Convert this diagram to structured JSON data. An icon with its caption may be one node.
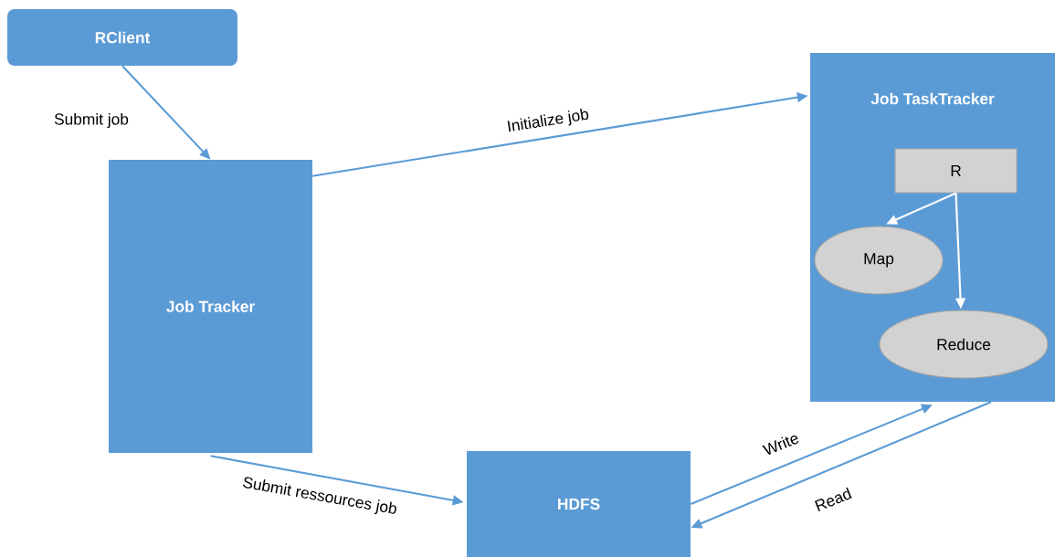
{
  "diagram": {
    "nodes": [
      {
        "text": [
          "RClient"
        ]
      },
      {
        "text": [
          "Job Tracker"
        ]
      },
      {
        "text": [
          "Job TaskTracker"
        ]
      },
      {
        "text": [
          "R"
        ],
        "in": 2
      },
      {
        "text": [
          "Map"
        ],
        "in": 2
      },
      {
        "text": [
          "Reduce"
        ],
        "in": 2
      },
      {
        "text": [
          "HDFS"
        ]
      }
    ],
    "edges": [
      {
        "from": 0,
        "to": 1,
        "arrow": "to",
        "label": "Submit job"
      },
      {
        "from": 1,
        "to": 2,
        "arrow": "to",
        "label": "Initialize job"
      },
      {
        "from": 1,
        "to": 6,
        "arrow": "to",
        "label": "Submit ressources job"
      },
      {
        "from": 6,
        "to": 2,
        "arrow": "to",
        "label": "Write"
      },
      {
        "from": 2,
        "to": 6,
        "arrow": "to",
        "label": "Read"
      },
      {
        "from": 3,
        "to": 4,
        "arrow": "to",
        "color": "#ffffff"
      },
      {
        "from": 3,
        "to": 5,
        "arrow": "to",
        "color": "#ffffff"
      }
    ]
  }
}
